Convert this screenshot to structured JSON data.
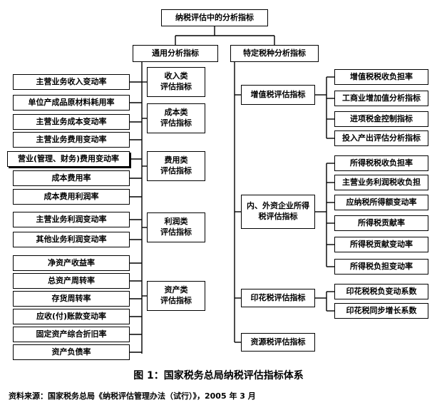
{
  "root": "纳税评估中的分析指标",
  "general": {
    "title": "通用分析指标",
    "groups": [
      {
        "name": [
          "收入类",
          "评估指标"
        ],
        "items": [
          "主营业务收入变动率"
        ]
      },
      {
        "name": [
          "成本类",
          "评估指标"
        ],
        "items": [
          "单位产成品原材料耗用率",
          "主营业务成本变动率"
        ]
      },
      {
        "name": [
          "费用类",
          "评估指标"
        ],
        "items": [
          "主营业务费用变动率",
          "营业(管理、财务)费用变动率",
          "成本费用率",
          "成本费用利润率"
        ]
      },
      {
        "name": [
          "利润类",
          "评估指标"
        ],
        "items": [
          "主营业务利润变动率",
          "其他业务利润变动率"
        ]
      },
      {
        "name": [
          "资产类",
          "评估指标"
        ],
        "items": [
          "净资产收益率",
          "总资产周转率",
          "存货周转率",
          "应收(付)账款变动率",
          "固定资产综合折旧率",
          "资产负债率"
        ]
      }
    ]
  },
  "special": {
    "title": "特定税种分析指标",
    "groups": [
      {
        "name": [
          "增值税评估指标"
        ],
        "items": [
          "增值税税收负担率",
          "工商业增加值分析指标",
          "进项税金控制指标",
          "投入产出评估分析指标"
        ]
      },
      {
        "name": [
          "内、外资企业所得",
          "税评估指标"
        ],
        "items": [
          "所得税税收负担率",
          "主营业务利润税收负担",
          "应纳税所得额变动率",
          "所得税贡献率",
          "所得税贡献变动率",
          "所得税负担变动率"
        ]
      },
      {
        "name": [
          "印花税评估指标"
        ],
        "items": [
          "印花税税负变动系数",
          "印花税同步增长系数"
        ]
      },
      {
        "name": [
          "资源税评估指标"
        ],
        "items": []
      }
    ]
  },
  "caption": "图 1：国家税务总局纳税评估指标体系",
  "source": "资料来源：国家税务总局《纳税评估管理办法（试行）》，2005 年 3 月"
}
